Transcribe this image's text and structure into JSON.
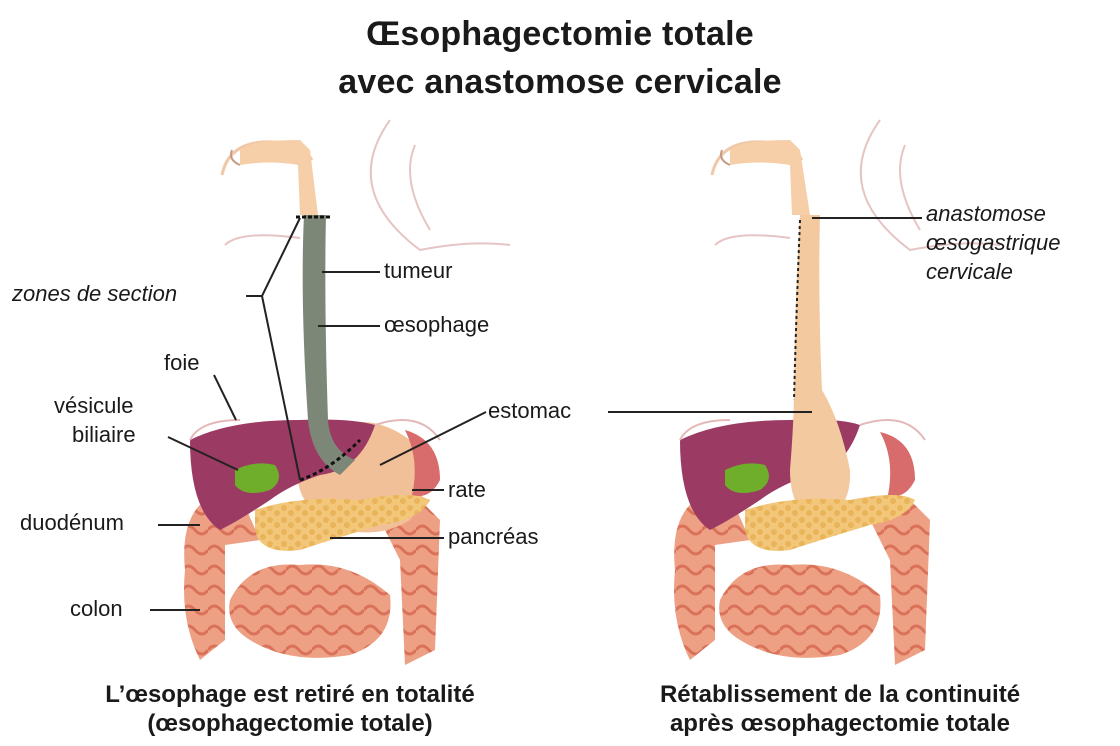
{
  "title": {
    "line1": "Œsophagectomie totale",
    "line2": "avec anastomose cervicale"
  },
  "left_panel": {
    "labels": {
      "zones_section": "zones de section",
      "tumeur": "tumeur",
      "oesophage": "œsophage",
      "foie": "foie",
      "vesicule_1": "vésicule",
      "vesicule_2": "biliaire",
      "estomac": "estomac",
      "rate": "rate",
      "duodenum": "duodénum",
      "pancreas": "pancréas",
      "colon": "colon"
    },
    "caption": {
      "line1": "L’œsophage est retiré en totalité",
      "line2": "(œsophagectomie totale)"
    }
  },
  "right_panel": {
    "labels": {
      "anastomose_1": "anastomose",
      "anastomose_2": "œsogastrique",
      "anastomose_3": "cervicale"
    },
    "caption": {
      "line1": "Rétablissement de la continuité",
      "line2": "après œsophagectomie totale"
    }
  },
  "colors": {
    "liver": "#9b3a63",
    "gallbladder": "#6fae2a",
    "esophagus_removed": "#7d8777",
    "esophagus_new": "#f3c9a0",
    "stomach": "#f2c098",
    "pancreas": "#f1c271",
    "intestine": "#e9957a",
    "spleen": "#d86b6b",
    "outline": "#e4b8b8"
  }
}
